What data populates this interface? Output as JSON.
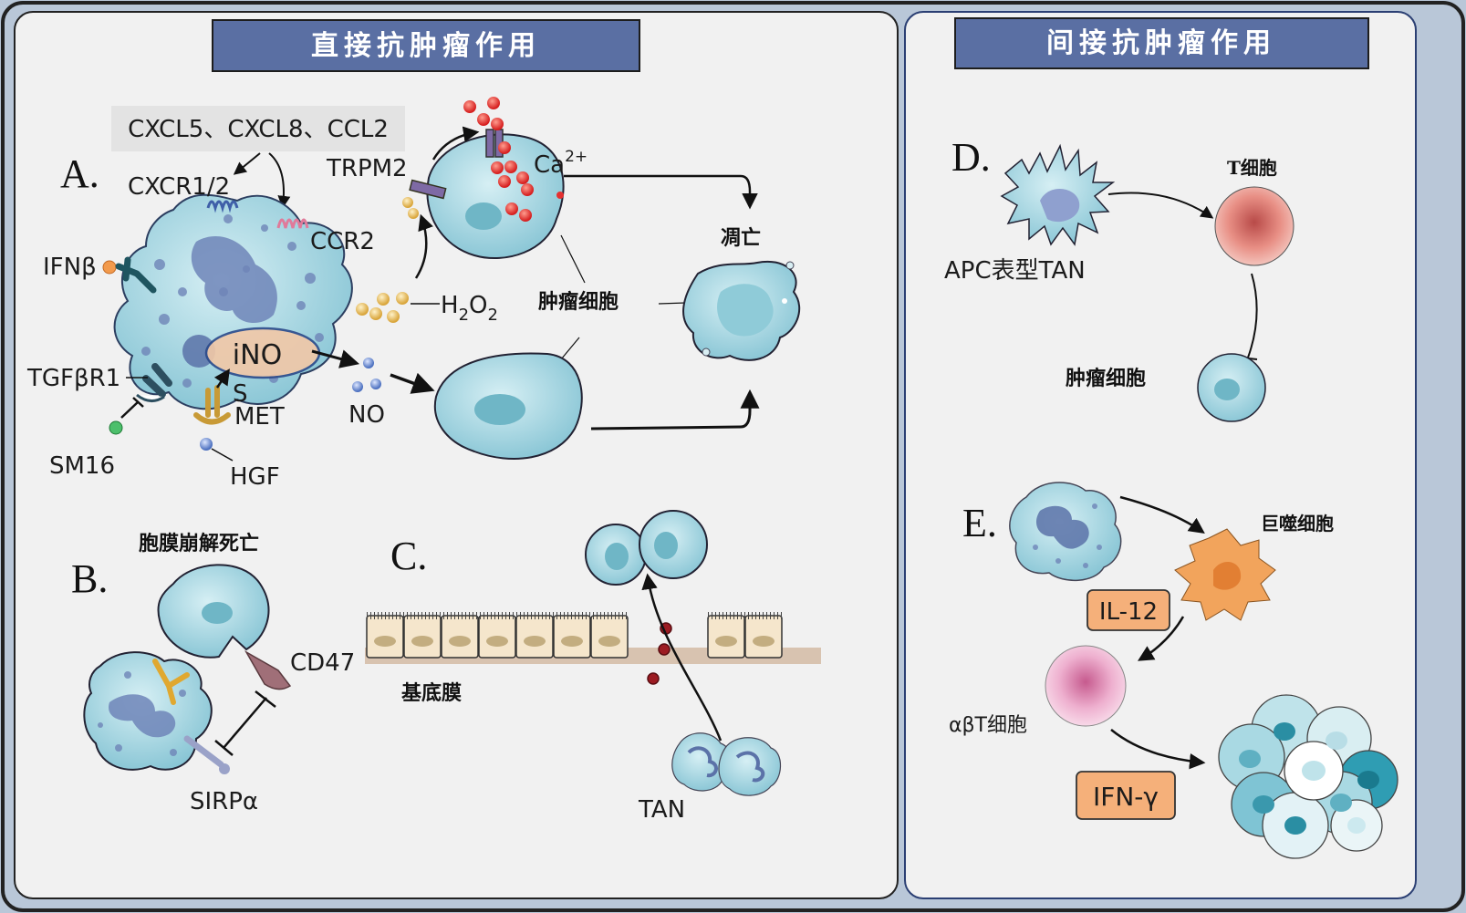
{
  "panels": {
    "left_title": "直接抗肿瘤作用",
    "right_title": "间接抗肿瘤作用"
  },
  "section_A": {
    "letter": "A.",
    "chemokines": "CXCL5、CXCL8、CCL2",
    "cxcr": "CXCR1/2",
    "ccr2": "CCR2",
    "ifnb": "IFNβ",
    "tgfbr1": "TGFβR1",
    "sm16": "SM16",
    "ino": "iNO",
    "s": "S",
    "met": "MET",
    "hgf": "HGF",
    "no": "NO",
    "trpm2": "TRPM2",
    "ca": "Ca",
    "ca_sup": "2+",
    "h2o2_h": "H",
    "h2o2_2a": "2",
    "h2o2_o": "O",
    "h2o2_2b": "2",
    "tumor_cell": "肿瘤细胞",
    "apoptosis": "凋亡"
  },
  "section_B": {
    "letter": "B.",
    "title": "胞膜崩解死亡",
    "cd47": "CD47",
    "sirpa": "SIRPα"
  },
  "section_C": {
    "letter": "C.",
    "basement": "基底膜",
    "tan": "TAN"
  },
  "section_D": {
    "letter": "D.",
    "apc": "APC表型TAN",
    "tcell": "T细胞",
    "tumor_cell": "肿瘤细胞"
  },
  "section_E": {
    "letter": "E.",
    "macrophage": "巨噬细胞",
    "il12": "IL-12",
    "abt": "αβT细胞",
    "ifng": "IFN-γ"
  },
  "colors": {
    "title_bg": "#5a6fa3",
    "cell_blue": "#a9d9e3",
    "nucleus_blue": "#6f85b8",
    "macrophage_orange": "#f2a45c",
    "tag_orange": "#f5b07a"
  }
}
